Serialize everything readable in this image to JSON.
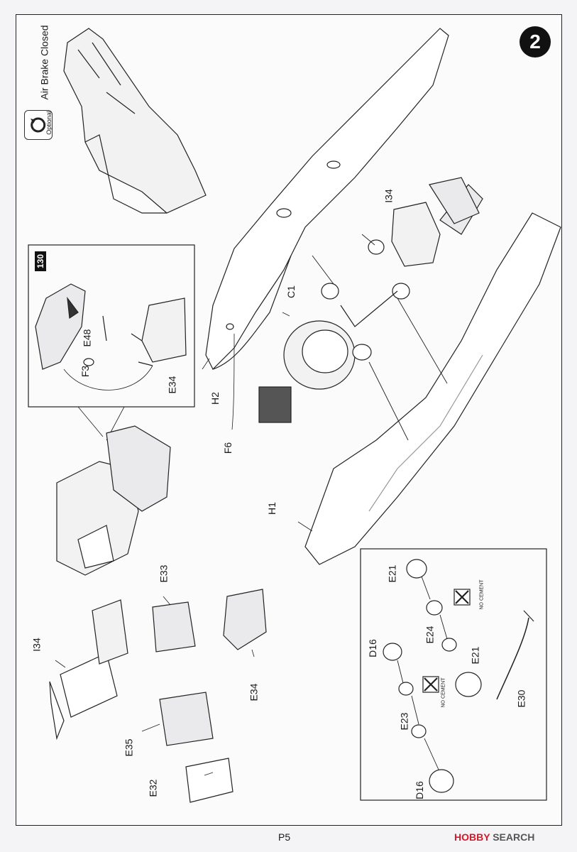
{
  "page": {
    "step_number": "2",
    "page_number": "P5",
    "watermark": {
      "brand_prefix": "HOBBY",
      "brand_suffix": "SEARCH"
    }
  },
  "optional": {
    "icon": "optional-rotate-icon",
    "label": "Optional",
    "caption": "Air Brake Closed"
  },
  "labels": {
    "box130": "130",
    "e48": "E48",
    "f3": "F3",
    "e34_inset": "E34",
    "h2": "H2",
    "f6": "F6",
    "c1": "C1",
    "i34_top": "I34",
    "h1": "H1",
    "e33": "E33",
    "i34_bottom": "I34",
    "e34_bottom": "E34",
    "e35": "E35",
    "e32": "E32",
    "e21_top": "E21",
    "e24": "E24",
    "e21_mid": "E21",
    "d16_top": "D16",
    "e23": "E23",
    "e30": "E30",
    "d16_bottom": "D16",
    "no_cement_1": "NO CEMENT",
    "no_cement_2": "NO CEMENT"
  },
  "colors": {
    "ink": "#1a1a1a",
    "paper": "#fbfbfc",
    "shade": "#d9d9dc",
    "watermark_red": "#d21a2c"
  }
}
